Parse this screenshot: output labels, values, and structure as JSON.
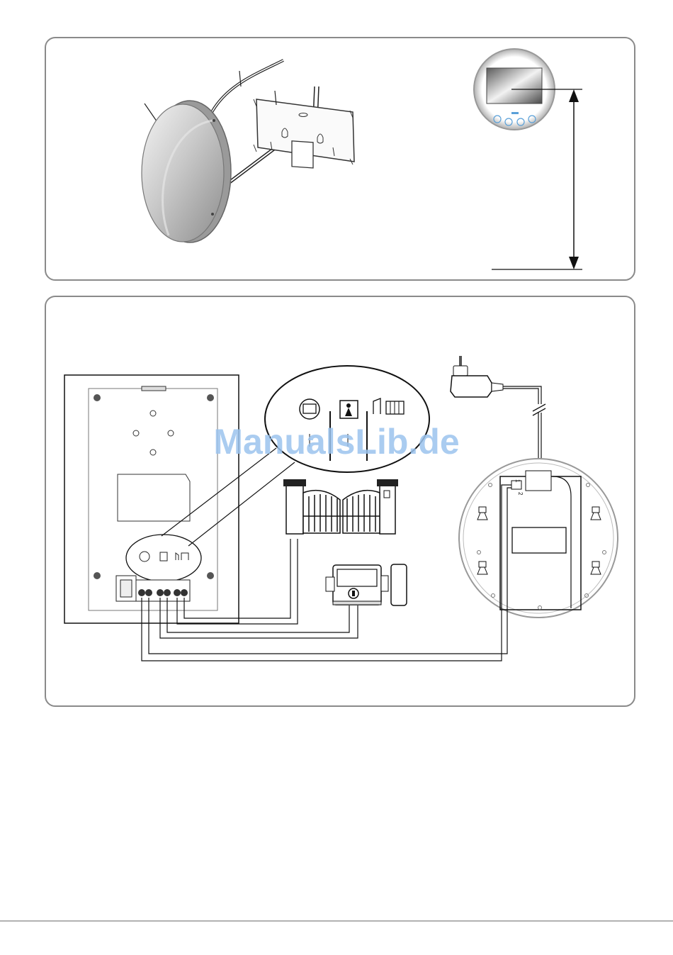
{
  "watermark": {
    "text": "ManualsLib.de",
    "color": "#9cc4ee"
  },
  "panel_bottom": {
    "monitor_terminal": {
      "pin_1": "1",
      "pin_2": "2"
    }
  },
  "colors": {
    "line": "#111111",
    "frame": "#888888",
    "chrome": "#b8b8b8",
    "screen": "#9a9a9a"
  },
  "icons": [
    "monitor-icon",
    "doorbell-person-icon",
    "gate-icon",
    "lock-icon",
    "power-adapter-icon",
    "camera-icon"
  ]
}
